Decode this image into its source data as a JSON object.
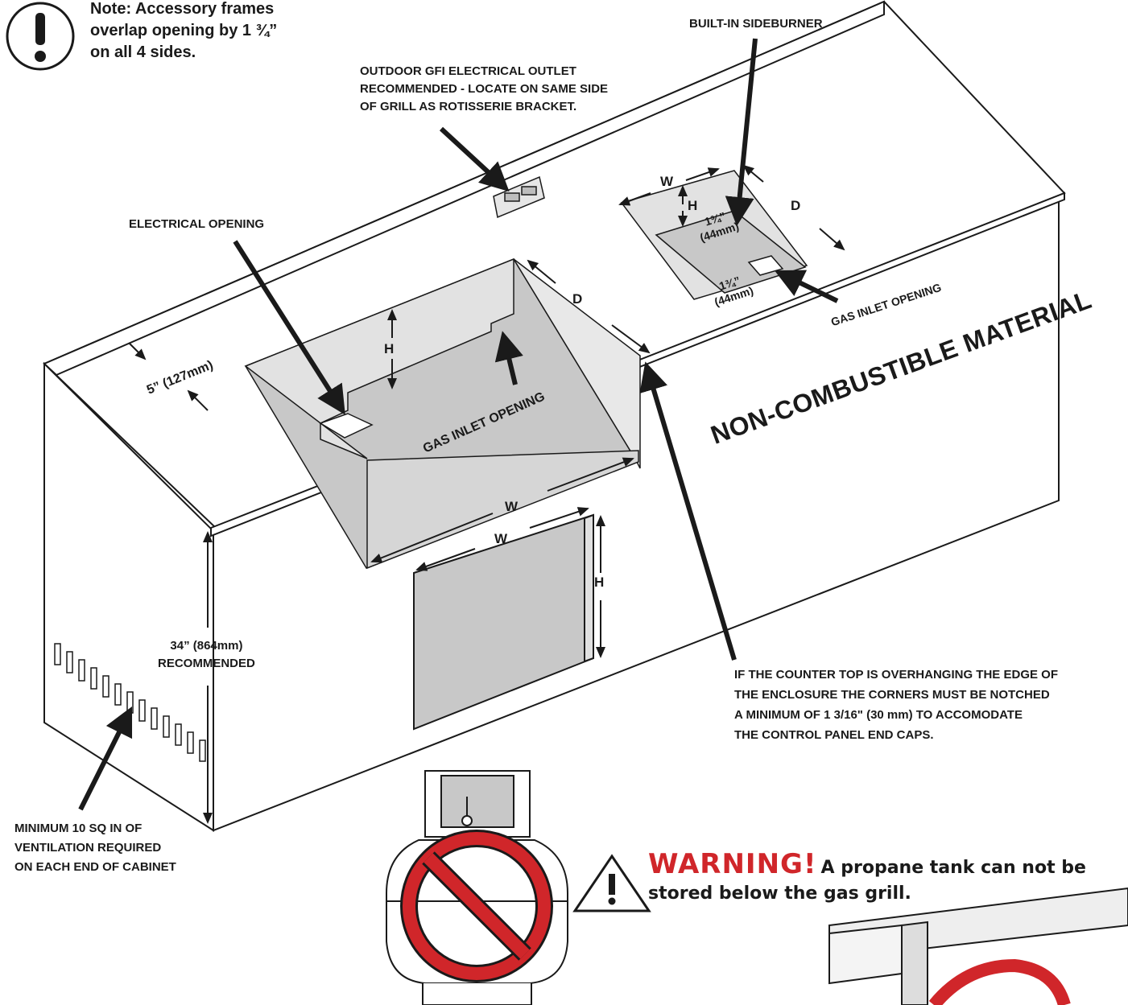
{
  "note": {
    "line1": "Note: Accessory frames",
    "line2": "overlap opening by 1 ¾”",
    "line3": "on all 4 sides."
  },
  "labels": {
    "gfi_line1": "OUTDOOR GFI ELECTRICAL OUTLET",
    "gfi_line2": "RECOMMENDED - LOCATE ON SAME SIDE",
    "gfi_line3": "OF GRILL AS ROTISSERIE BRACKET.",
    "sideburner": "BUILT-IN SIDEBURNER",
    "electrical_opening": "ELECTRICAL OPENING",
    "gas_inlet_main": "GAS INLET OPENING",
    "gas_inlet_side": "GAS INLET OPENING",
    "non_combustible": "NON-COMBUSTIBLE MATERIAL",
    "setback": "5” (127mm)",
    "height_line1": "34” (864mm)",
    "height_line2": "RECOMMENDED",
    "ventilation_line1": "MINIMUM 10 SQ IN OF",
    "ventilation_line2": "VENTILATION REQUIRED",
    "ventilation_line3": "ON EACH END OF CABINET",
    "overhang_line1": "IF THE COUNTER TOP IS OVERHANGING THE EDGE OF",
    "overhang_line2": "THE ENCLOSURE THE CORNERS MUST BE NOTCHED",
    "overhang_line3": "A MINIMUM OF 1 3/16\" (30 mm) TO ACCOMODATE",
    "overhang_line4": "THE CONTROL PANEL END CAPS."
  },
  "dimensions": {
    "grill_w": "W",
    "grill_h": "H",
    "grill_d": "D",
    "door_w": "W",
    "door_h": "H",
    "side_w": "W",
    "side_h": "H",
    "side_d": "D",
    "side_gap1": "1¾”\n(44mm)",
    "side_gap2": "1¾”\n(44mm)"
  },
  "warning": {
    "word": "WARNING!",
    "text": "A propane tank can not be",
    "line2": "stored below the gas grill."
  },
  "colors": {
    "cutout_gray": "#c8c8c8",
    "inner_wall": "#e2e2e2",
    "outline": "#1a1a1a",
    "warning_red": "#d0262a"
  }
}
